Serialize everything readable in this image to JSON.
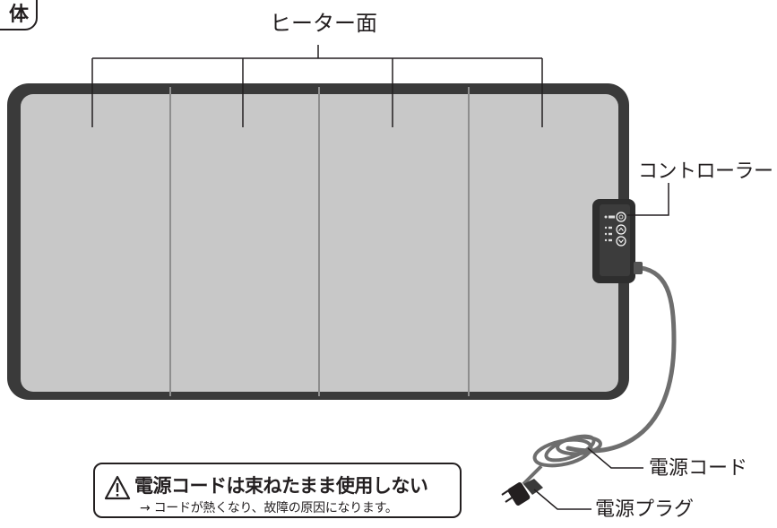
{
  "corner_tag": "体",
  "labels": {
    "heater_surface": "ヒーター面",
    "controller": "コントローラー",
    "power_cord": "電源コード",
    "power_plug": "電源プラグ"
  },
  "warning": {
    "title": "電源コードは束ねたまま使用しない",
    "arrow": "→",
    "detail": "コードが熱くなり、故障の原因になります。",
    "icon": "warning-triangle-icon"
  },
  "controller_panel": {
    "buttons": [
      "power-icon",
      "up-icon",
      "down-icon"
    ]
  },
  "colors": {
    "heater_fill": "#c8c8c8",
    "frame": "#3a3a3a",
    "line": "#231f20",
    "divider": "#8e8e8e"
  }
}
